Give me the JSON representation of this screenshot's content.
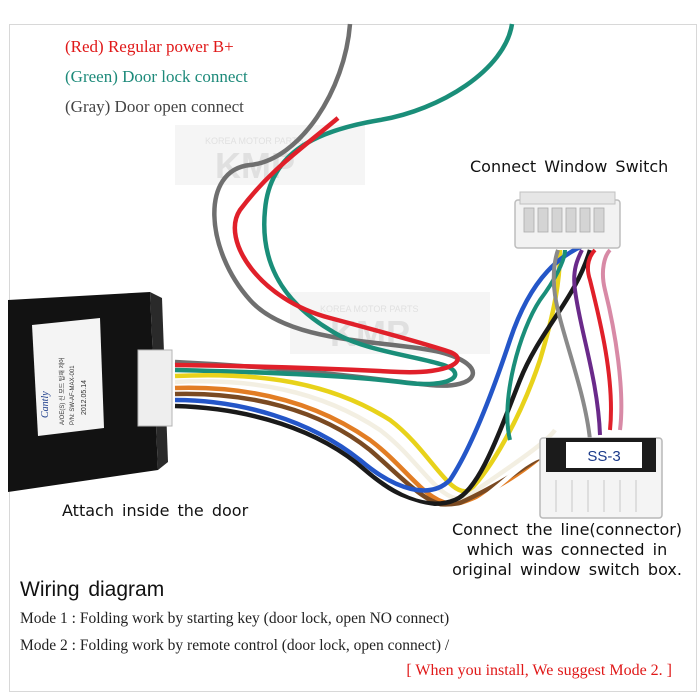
{
  "legend": {
    "red": "(Red) Regular power B+",
    "green": "(Green) Door lock connect",
    "gray": "(Gray) Door open connect"
  },
  "callouts": {
    "window_switch": "Connect Window Switch",
    "attach_door": "Attach inside the door",
    "connect_line": [
      "Connect the line(connector)",
      "which was connected in",
      "original window switch box."
    ]
  },
  "module_label": {
    "brand": "Cantly",
    "line1": "A/OE(S) 신 모드 탑재 제어",
    "line2": "P/N: SW-AF-MAX-001",
    "line3": "2012.05.14"
  },
  "connector_tag": "SS-3",
  "watermark": {
    "small": "KOREA MOTOR PARTS",
    "large": "KMP"
  },
  "wiring": {
    "title": "Wiring  diagram",
    "mode1": "Mode 1 : Folding work by starting key (door lock, open NO connect)",
    "mode2": "Mode 2 : Folding work by remote control (door lock, open connect) /",
    "suggestion": "[ When you install, We suggest Mode 2. ]"
  },
  "colors": {
    "red_wire": "#e0202a",
    "green_wire": "#1a8e79",
    "gray_wire": "#6f6f6f",
    "module": "#121212",
    "connector": "#f2f2f2"
  }
}
